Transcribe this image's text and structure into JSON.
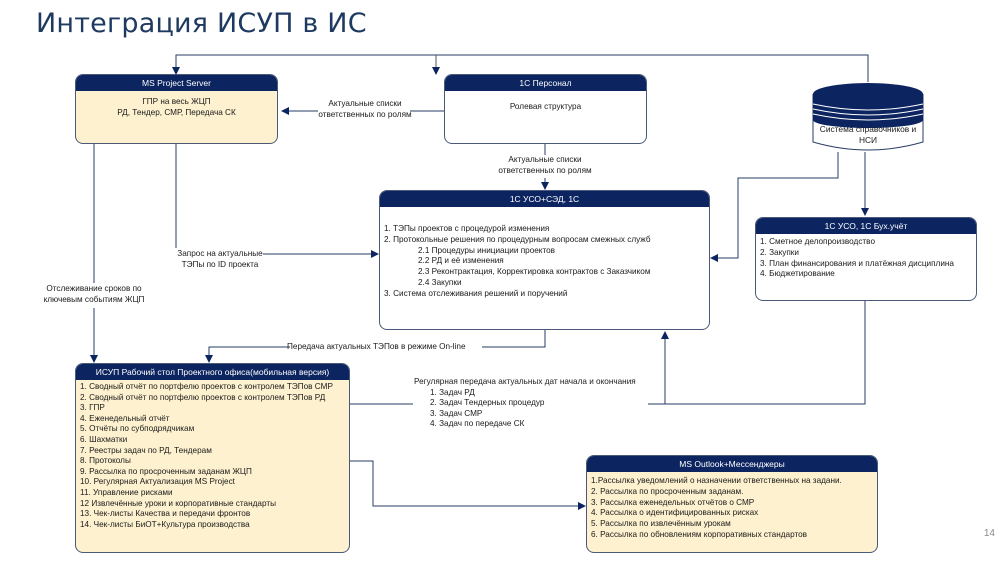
{
  "slide": {
    "title": "Интеграция ИСУП в ИС",
    "page_number": "14"
  },
  "nodes": {
    "ms_project": {
      "header": "MS Project Server",
      "lines": [
        "ГПР на весь ЖЦП",
        "РД, Тендер, СМР, Передача СК"
      ]
    },
    "personal": {
      "header": "1С Персонал",
      "lines": [
        "Ролевая структура"
      ]
    },
    "nsi": {
      "label_line1": "Система справочников и",
      "label_line2": "НСИ"
    },
    "uso_sed": {
      "header": "1С УСО+СЭД, 1С",
      "items": [
        {
          "text": "1. ТЭПы проектов с процедурой изменения",
          "indent": false
        },
        {
          "text": "2. Протокольные решения по процедурным вопросам смежных служб",
          "indent": false
        },
        {
          "text": "2.1 Процедуры инициации проектов",
          "indent": true
        },
        {
          "text": "2.2 РД и её изменения",
          "indent": true
        },
        {
          "text": "2.3 Реконтрактация, Корректировка контрактов с Заказчиком",
          "indent": true
        },
        {
          "text": "2.4 Закупки",
          "indent": true
        },
        {
          "text": "3. Система отслеживания решений и поручений",
          "indent": false
        }
      ]
    },
    "uso_buh": {
      "header": "1С УСО, 1С Бух.учёт",
      "items": [
        "1. Сметное делопроизводство",
        "2. Закупки",
        "3. План финансирования и платёжная дисциплина",
        "4. Бюджетирование"
      ]
    },
    "isup_desk": {
      "header": "ИСУП Рабочий стол Проектного офиса(мобильная версия)",
      "items": [
        "1. Сводный отчёт по портфелю проектов с контролем ТЭПов СМР",
        "2. Сводный отчёт по портфелю проектов с контролем ТЭПов РД",
        "3. ГПР",
        "4. Еженедельный отчёт",
        "5. Отчёты по субподрядчикам",
        "6. Шахматки",
        "7. Реестры задач по РД, Тендерам",
        "8. Протоколы",
        "9. Рассылка по просроченным заданам ЖЦП",
        "10. Регулярная Актуализация MS Project",
        "11. Управление рисками",
        "12 Извлечённые уроки и корпоративные стандарты",
        "13. Чек-листы Качества и передачи фронтов",
        "14. Чек-листы БиОТ+Культура производства"
      ]
    },
    "outlook": {
      "header": "MS Outlook+Мессенджеры",
      "items": [
        "1.Рассылка уведомлений о назначении ответственных на задани.",
        "2. Рассылка по просроченным заданам.",
        "3. Рассылка еженедельных отчётов о СМР",
        "4. Рассылка о идентифицированных рисках",
        "5. Рассылка по извлечённым урокам",
        "6. Рассылка по обновлениям корпоративных стандартов"
      ]
    }
  },
  "connectors": {
    "roles_to_msp": [
      "Актуальные списки",
      "ответственных по ролям"
    ],
    "roles_to_uso": [
      "Актуальные списки",
      "ответственных по ролям"
    ],
    "tep_request": [
      "Запрос на актуальные",
      "ТЭПы по ID проекта"
    ],
    "tracking": [
      "Отслеживание сроков по",
      "ключевым событиям ЖЦП"
    ],
    "online_tep": "Передача актуальных ТЭПов в режиме On-line",
    "regular_dates": {
      "title": "Регулярная передача актуальных дат начала и окончания",
      "items": [
        "1. Задач РД",
        "2. Задач Тендерных процедур",
        "3. Задач СМР",
        "4. Задач по передаче СК"
      ]
    }
  },
  "colors": {
    "header_navy": "#0c2460",
    "yellow_fill": "#fdf1cf",
    "line": "#2a3d66",
    "title": "#1f3a60"
  }
}
